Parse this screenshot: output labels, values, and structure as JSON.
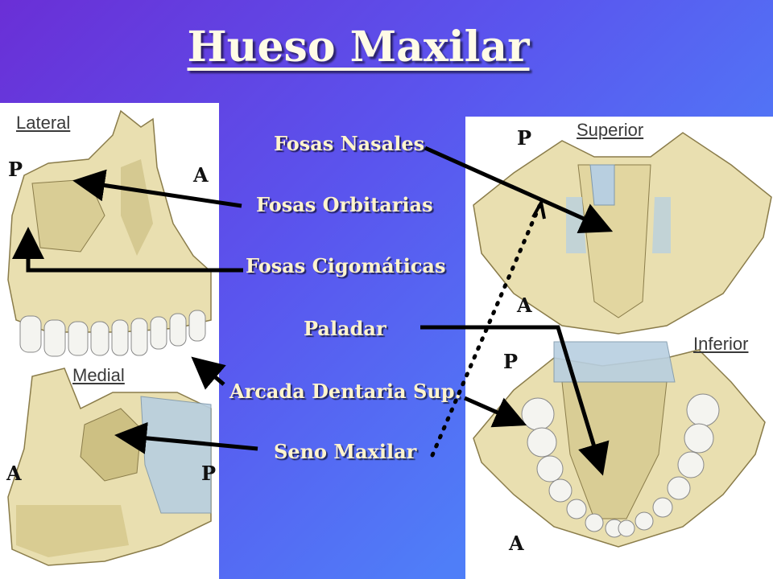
{
  "title": "Hueso Maxilar",
  "views": {
    "lateral": "Lateral",
    "medial": "Medial",
    "superior": "Superior",
    "inferior": "Inferior"
  },
  "directions": {
    "lateral_p": "P",
    "lateral_a": "A",
    "medial_a": "A",
    "medial_p": "P",
    "superior_p": "P",
    "superior_a": "A",
    "inferior_p": "P",
    "inferior_a": "A"
  },
  "structures": [
    "Fosas Nasales",
    "Fosas Orbitarias",
    "Fosas Cigomáticas",
    "Paladar",
    "Arcada Dentaria Sup.",
    "Seno Maxilar"
  ],
  "colors": {
    "bone": "#e9dfb0",
    "bone_shadow": "#b9ab78",
    "cartilage_blue": "#b8cfe0",
    "teeth": "#f4f4f0",
    "text": "#fff4cc"
  }
}
